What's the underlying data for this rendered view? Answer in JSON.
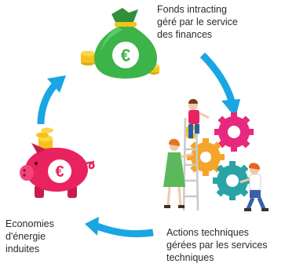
{
  "labels": {
    "finance": [
      "Fonds intracting",
      "géré par le service",
      "des finances"
    ],
    "actions": [
      "Actions techniques",
      "gérées par les services",
      "techniques"
    ],
    "savings": [
      "Economies",
      "d'énergie",
      "induites"
    ]
  },
  "symbols": {
    "money_bag": "€",
    "piggy_bank": "€"
  },
  "colors": {
    "arrow": "#1aa6e2",
    "money_bag": "#3cb44a",
    "piggy_bank": "#e8235f",
    "coins": "#f6c21a",
    "gear_pink": "#e7287d",
    "gear_orange": "#f4a52a",
    "gear_teal": "#2aa3a6"
  }
}
